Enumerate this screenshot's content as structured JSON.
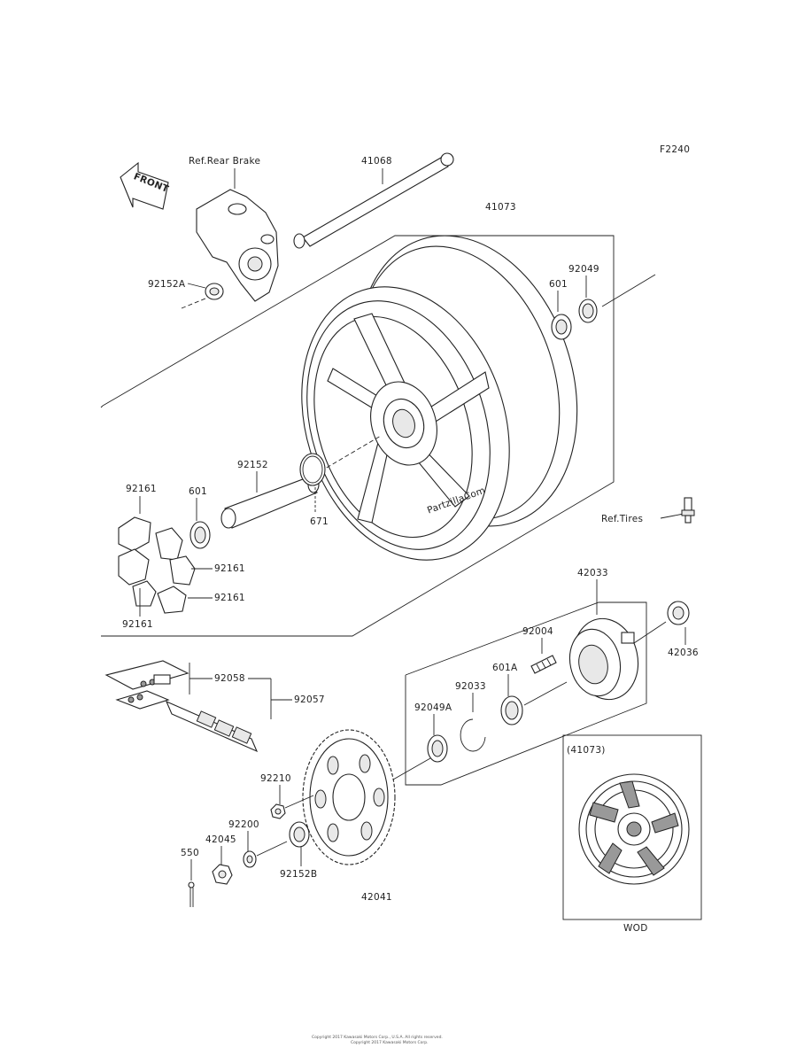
{
  "diagram": {
    "code": "F2240",
    "front_arrow": "FRONT",
    "refs": {
      "rear_brake": "Ref.Rear Brake",
      "tires": "Ref.Tires"
    },
    "labels": {
      "p41068": "41068",
      "p41073": "41073",
      "p92049": "92049",
      "p601_top": "601",
      "p92152A": "92152A",
      "p92152": "92152",
      "p671": "671",
      "p92161_a": "92161",
      "p601_left": "601",
      "p92161_b": "92161",
      "p92161_c": "92161",
      "p92161_d": "92161",
      "p42033": "42033",
      "p92004": "92004",
      "p42036": "42036",
      "p92033": "92033",
      "p601A": "601A",
      "p92049A": "92049A",
      "p92058": "92058",
      "p92057": "92057",
      "p92210": "92210",
      "p92200": "92200",
      "p42045": "42045",
      "p550": "550",
      "p92152B": "92152B",
      "p42041": "42041"
    },
    "inset": {
      "title": "(41073)",
      "caption": "WOD"
    },
    "watermark": "PartzillaCom",
    "footer": {
      "line1": "Copyright 2017 Kawasaki Motors Corp., U.S.A. All rights reserved.",
      "line2": "Copyright 2017 Kawasaki Motors Corp."
    }
  }
}
